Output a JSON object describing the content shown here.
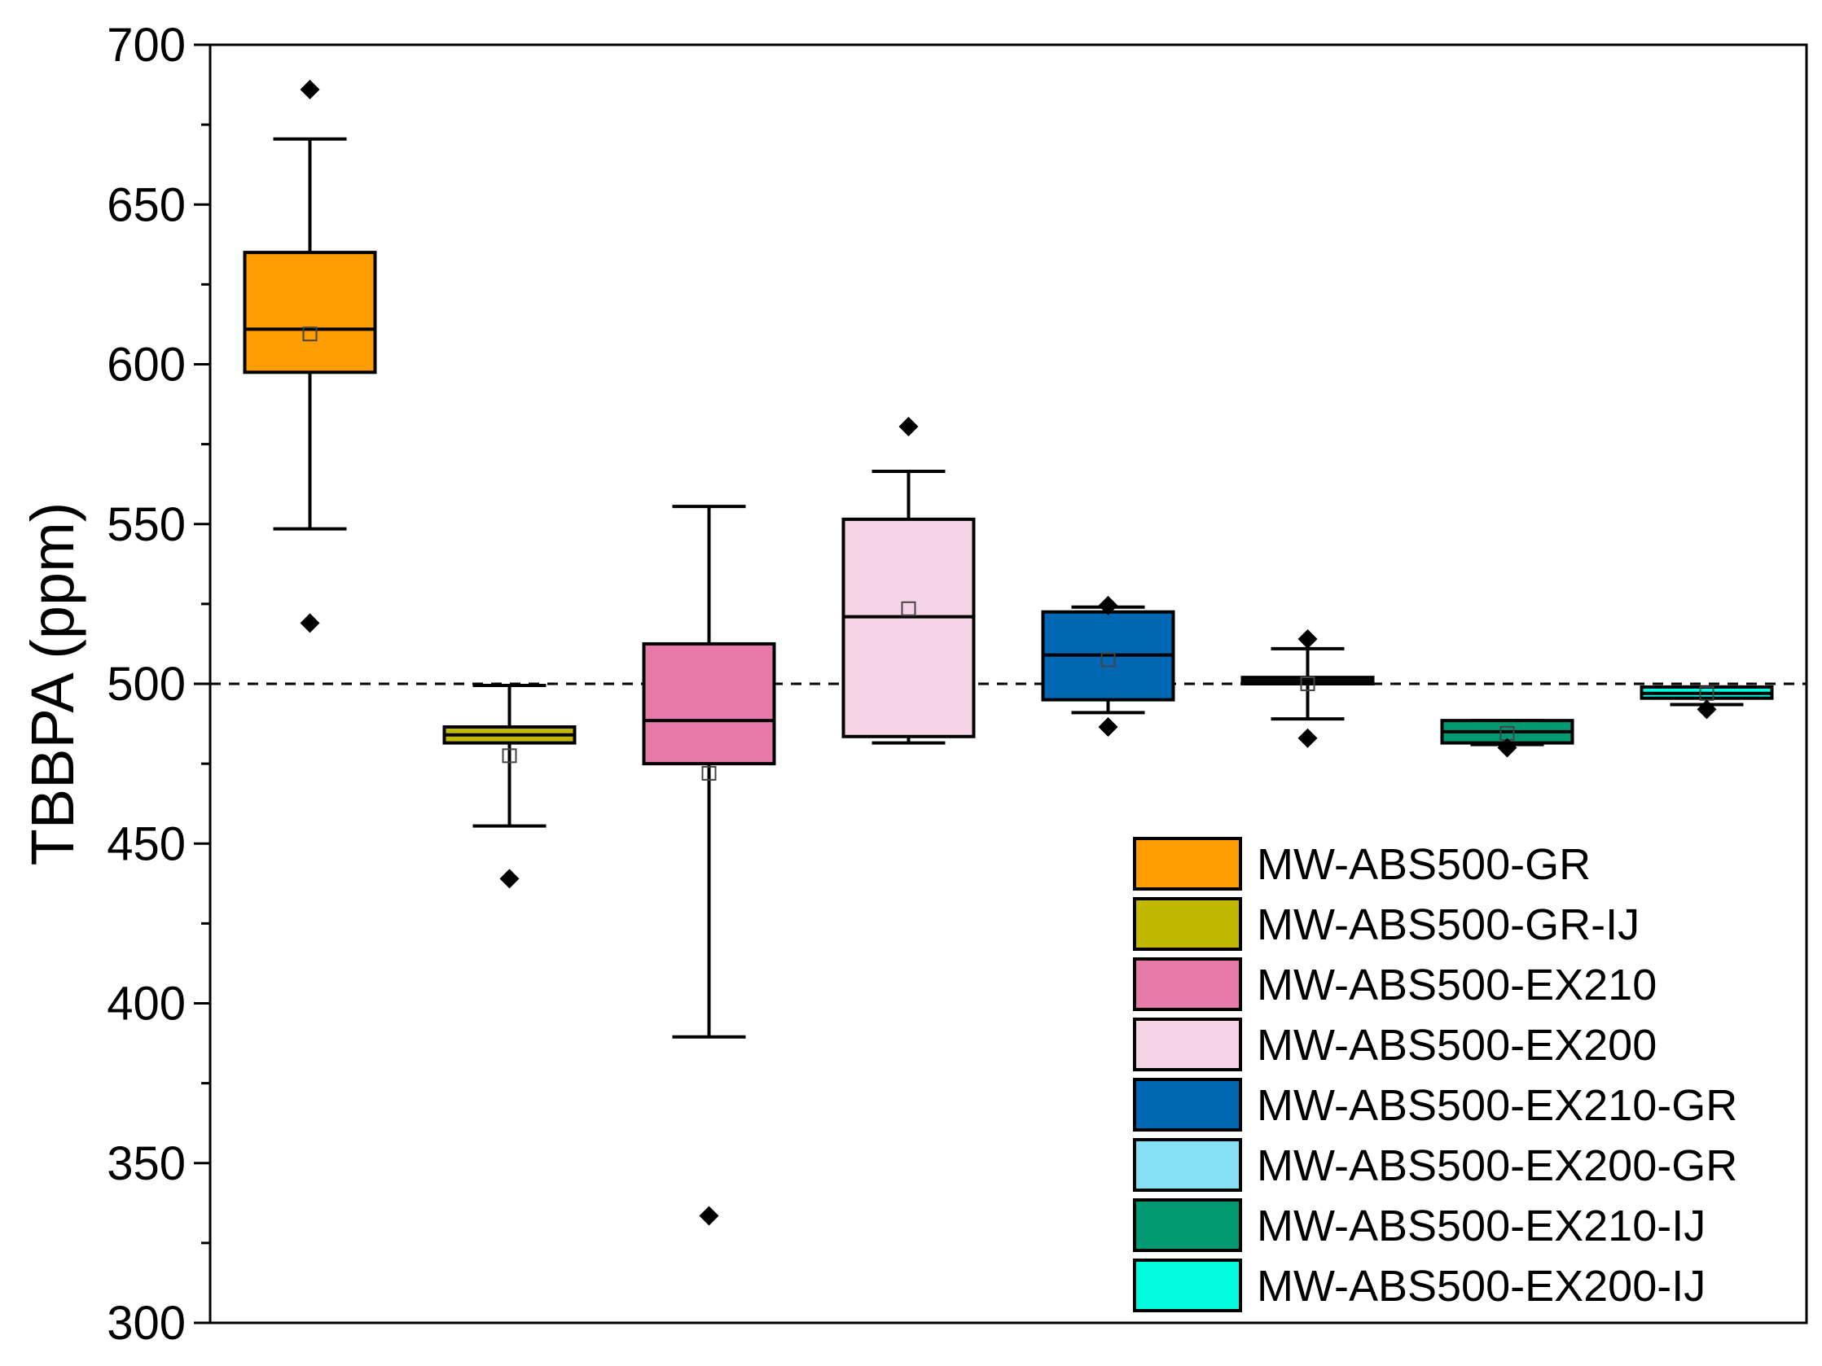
{
  "chart_data": {
    "type": "box",
    "title": "",
    "xlabel": "",
    "ylabel": "TBBPA (ppm)",
    "ylim": [
      300,
      700
    ],
    "yticks": [
      300,
      350,
      400,
      450,
      500,
      550,
      600,
      650,
      700
    ],
    "y_minor_step": 25,
    "grid": false,
    "reference_line": {
      "value": 500,
      "style": "dashed"
    },
    "legend_position": "bottom-right",
    "series": [
      {
        "name": "MW-ABS500-GR",
        "color": "#FF9D00",
        "whisker_low": 548.5,
        "q1": 597.5,
        "median": 611,
        "q3": 635,
        "whisker_high": 670.5,
        "mean": 609.5,
        "outliers": [
          686,
          519
        ]
      },
      {
        "name": "MW-ABS500-GR-IJ",
        "color": "#C2B800",
        "whisker_low": 455.5,
        "q1": 481.5,
        "median": 484,
        "q3": 486.5,
        "whisker_high": 499.5,
        "mean": 477.5,
        "outliers": [
          439
        ]
      },
      {
        "name": "MW-ABS500-EX210",
        "color": "#E57AA9",
        "whisker_low": 389.5,
        "q1": 475,
        "median": 488.5,
        "q3": 512.5,
        "whisker_high": 555.5,
        "mean": 472,
        "outliers": [
          333.5
        ]
      },
      {
        "name": "MW-ABS500-EX200",
        "color": "#F7D4E5",
        "whisker_low": 481.5,
        "q1": 483.5,
        "median": 521,
        "q3": 551.5,
        "whisker_high": 566.5,
        "mean": 523.5,
        "outliers": [
          580.5
        ]
      },
      {
        "name": "MW-ABS500-EX210-GR",
        "color": "#0067B3",
        "whisker_low": 491,
        "q1": 495,
        "median": 509,
        "q3": 522.5,
        "whisker_high": 524,
        "mean": 507.5,
        "outliers": [
          524.5,
          486.5
        ]
      },
      {
        "name": "MW-ABS500-EX200-GR",
        "color": "#86E0F5",
        "whisker_low": 489,
        "q1": 500,
        "median": 501,
        "q3": 502,
        "whisker_high": 511,
        "mean": 500,
        "outliers": [
          514,
          483
        ]
      },
      {
        "name": "MW-ABS500-EX210-IJ",
        "color": "#009972",
        "whisker_low": 481,
        "q1": 481.5,
        "median": 485,
        "q3": 488.5,
        "whisker_high": 488.5,
        "mean": 484.5,
        "outliers": [
          480
        ]
      },
      {
        "name": "MW-ABS500-EX200-IJ",
        "color": "#00FBDF",
        "whisker_low": 493.5,
        "q1": 495.5,
        "median": 497,
        "q3": 499,
        "whisker_high": 499,
        "mean": 497,
        "outliers": [
          492
        ]
      }
    ]
  }
}
